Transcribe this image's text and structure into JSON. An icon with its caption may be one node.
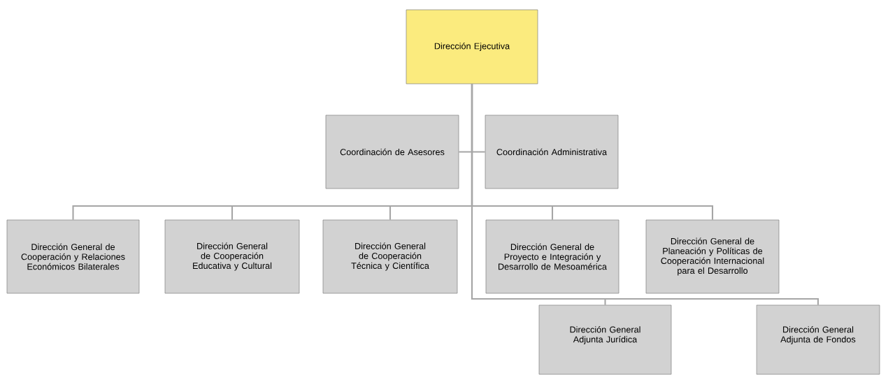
{
  "diagram": {
    "nodes": [
      {
        "text": [
          "Dirección Ejecutiva"
        ]
      },
      {
        "text": [
          "Coordinación de Asesores"
        ]
      },
      {
        "text": [
          "Coordinación Administrativa"
        ]
      },
      {
        "text": [
          "Dirección General de Cooperación y Relaciones Económicos Bilaterales"
        ]
      },
      {
        "text": [
          "Dirección General de Cooperación Educativa y Cultural"
        ]
      },
      {
        "text": [
          "Dirección General de Cooperación Técnica y Científica"
        ]
      },
      {
        "text": [
          "Dirección General de Proyecto e Integración y Desarrollo de Mesoamérica"
        ]
      },
      {
        "text": [
          "Dirección General de Planeación y Políticas de Cooperación Internacional para el Desarrollo"
        ]
      },
      {
        "text": [
          "Dirección General Adjunta Jurídica"
        ]
      },
      {
        "text": [
          "Dirección General Adjunta de Fondos"
        ]
      }
    ],
    "edges": [
      {
        "from": 0,
        "to": 1,
        "arrow": "none"
      },
      {
        "from": 0,
        "to": 2,
        "arrow": "none"
      },
      {
        "from": 0,
        "to": 3,
        "arrow": "none"
      },
      {
        "from": 0,
        "to": 4,
        "arrow": "none"
      },
      {
        "from": 0,
        "to": 5,
        "arrow": "none"
      },
      {
        "from": 0,
        "to": 6,
        "arrow": "none"
      },
      {
        "from": 0,
        "to": 7,
        "arrow": "none"
      },
      {
        "from": 0,
        "to": 8,
        "arrow": "none"
      },
      {
        "from": 0,
        "to": 9,
        "arrow": "none"
      }
    ]
  }
}
